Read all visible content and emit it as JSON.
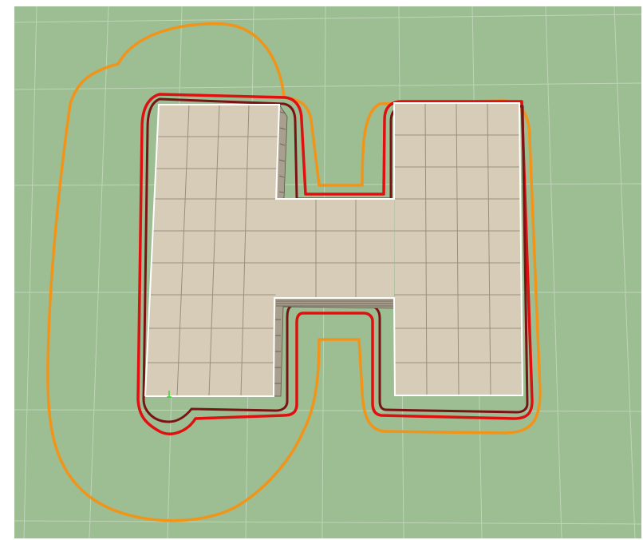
{
  "scene": {
    "colors": {
      "background": "#ffffff",
      "ground": "#9cbe92",
      "ground_grid": "#c6d9bf",
      "building_top": "#d6ccb8",
      "building_grid": "#9a8f7e",
      "building_edge": "#ffffff",
      "wall": "#8f8779",
      "outline_outer": "#f0941a",
      "outline_red": "#e01010",
      "outline_dark": "#7a1414",
      "axis_marker": "#37d630"
    },
    "building_shape": "H",
    "offset_outlines": [
      "outer-orange",
      "red",
      "dark-red"
    ]
  }
}
